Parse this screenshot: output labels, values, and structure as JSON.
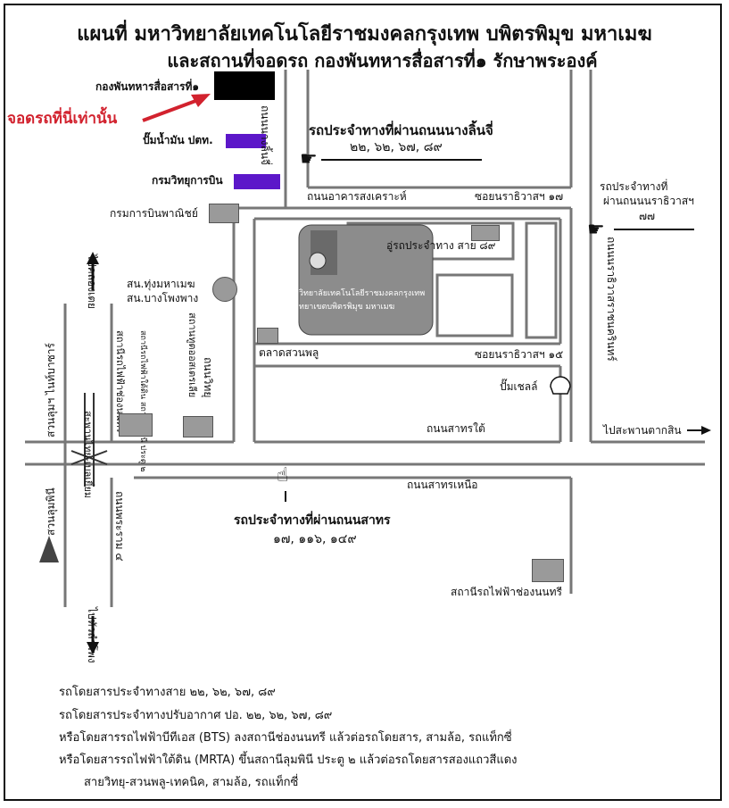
{
  "title": {
    "line1": "แผนที่ มหาวิทยาลัยเทคโนโลยีราชมงคลกรุงเทพ บพิตรพิมุข มหาเมฆ",
    "line2": "และสถานที่จอดรถ กองพันทหารสื่อสารที่๑ รักษาพระองค์"
  },
  "places": {
    "signal_battalion": "กองพันทหารสื่อสารที่๑",
    "park_here": "จอดรถที่นี่เท่านั้น",
    "ptt_station": "ปั๊มน้ำมัน ปตท.",
    "radio_dept": "กรมวิทยุการบิน",
    "aviation_dept": "กรมการบินพาณิชย์",
    "thung_mahamek": "สน.ทุ่งมหาเมฆ",
    "bang_pho_phang": "สน.บางโพงพาง",
    "university": "มหาวิทยาลัยเทคโนโลยีราชมงคลกรุงเทพ",
    "university_sub": "วิทยาเขตบพิตรพิมุข มหาเมฆ",
    "bus_depot": "อู่รถประจำทาง สาย ๘๙",
    "suan_phlu_market": "ตลาดสวนพลู",
    "shell_station": "ปั๊มเชลล์",
    "bts_chong_nonsi": "สถานีรถไฟฟ้าช่องนนทรี",
    "mrt_lumpini": "สถานีรถไฟฟ้าใต้ดิน สถานีลุมพินี ประตู ๒",
    "australian_embassy": "สถานทูตออสเตรเลีย",
    "lumpini_park": "สวนลุมพินี",
    "lumpini_park2": "สวนลุมฯ ไนท์บาซาร์",
    "sathorn_bridge": "สะพานไทย-เบลเยี่ยม"
  },
  "roads": {
    "nang_linchi": "ถนนนางลิ้นจี่",
    "arkarn_songkhro": "ถนนอาคารสงเคราะห์",
    "soi_17": "ซอยนราธิวาสฯ ๑๗",
    "soi_15": "ซอยนราธิวาสฯ ๑๕",
    "sathorn_south": "ถนนสาทรใต้",
    "sathorn_north": "ถนนสาทรเหนือ",
    "narathiwat": "ถนนนราธิวาสราชนครินทร์",
    "rama4": "ถนนพระราม ๔",
    "witthayu": "ถนนวิทยุ",
    "to_khlong_toei": "ไปคลองเตย",
    "to_hua_lamphong": "ไปหัวลำโพง",
    "to_taksin_bridge": "ไปสะพานตากสิน"
  },
  "bus_notes": {
    "nang_linchi_title": "รถประจำทางที่ผ่านถนนนางลิ้นจี่",
    "nang_linchi_lines": "๒๒, ๖๒, ๖๗, ๘๙",
    "narathiwat_title1": "รถประจำทางที่",
    "narathiwat_title2": "ผ่านถนนนราธิวาสฯ",
    "narathiwat_lines": "๗๗",
    "sathorn_title": "รถประจำทางที่ผ่านถนนสาทร",
    "sathorn_lines": "๑๗, ๑๑๖, ๑๔๙"
  },
  "footer": [
    "รถโดยสารประจำทางสาย ๒๒, ๖๒, ๖๗, ๘๙",
    "รถโดยสารประจำทางปรับอากาศ ปอ. ๒๒, ๖๒, ๖๗, ๘๙",
    "หรือโดยสารรถไฟฟ้าบีทีเอส (BTS) ลงสถานีช่องนนทรี แล้วต่อรถโดยสาร, สามล้อ, รถแท็กซี่",
    "หรือโดยสารรถไฟฟ้าใต้ดิน (MRTA) ขึ้นสถานีลุมพินี ประตู ๒ แล้วต่อรถโดยสารสองแถวสีแดง",
    "สายวิทยุ-สวนพลู-เทคนิค, สามล้อ, รถแท็กซี่"
  ],
  "colors": {
    "red": "#d2222e",
    "purple": "#5c17c9",
    "road": "#888888"
  }
}
